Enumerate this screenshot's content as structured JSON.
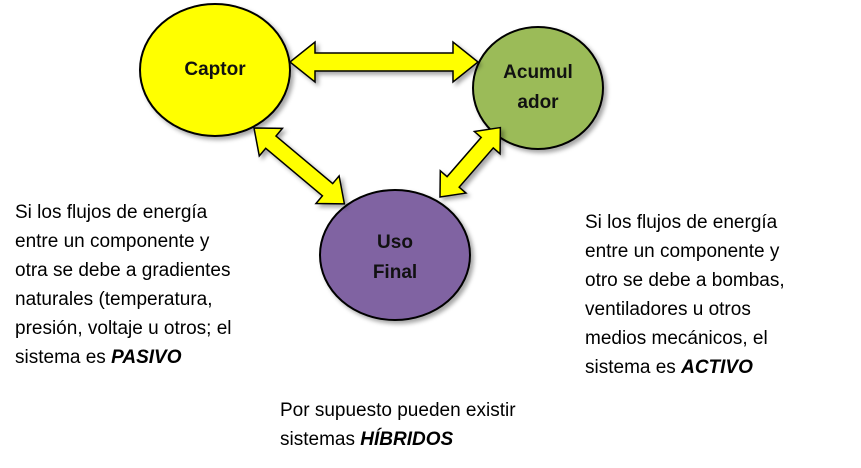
{
  "nodes": {
    "captor": {
      "label": "Captor",
      "color": "#FFFF00"
    },
    "acumulador": {
      "label_line1": "Acumul",
      "label_line2": "ador",
      "color": "#9BBB59"
    },
    "uso_final": {
      "label_line1": "Uso",
      "label_line2": "Final",
      "color": "#8064A2"
    }
  },
  "arrow_color": "#FFFF00",
  "left_text": {
    "lines": [
      "Si los flujos de energía",
      "entre un componente y",
      "otra se debe a gradientes",
      "naturales (temperatura,",
      "presión, voltaje u otros; el"
    ],
    "last_prefix": "sistema es ",
    "last_emph": "PASIVO"
  },
  "right_text": {
    "lines": [
      "Si los flujos de energía",
      "entre un componente y",
      "otro se debe a bombas,",
      "ventiladores u otros",
      "medios mecánicos, el"
    ],
    "last_prefix": "sistema es ",
    "last_emph": "ACTIVO"
  },
  "bottom_text": {
    "line1": "Por supuesto pueden existir",
    "prefix": "sistemas ",
    "emph": "HÍBRIDOS"
  }
}
